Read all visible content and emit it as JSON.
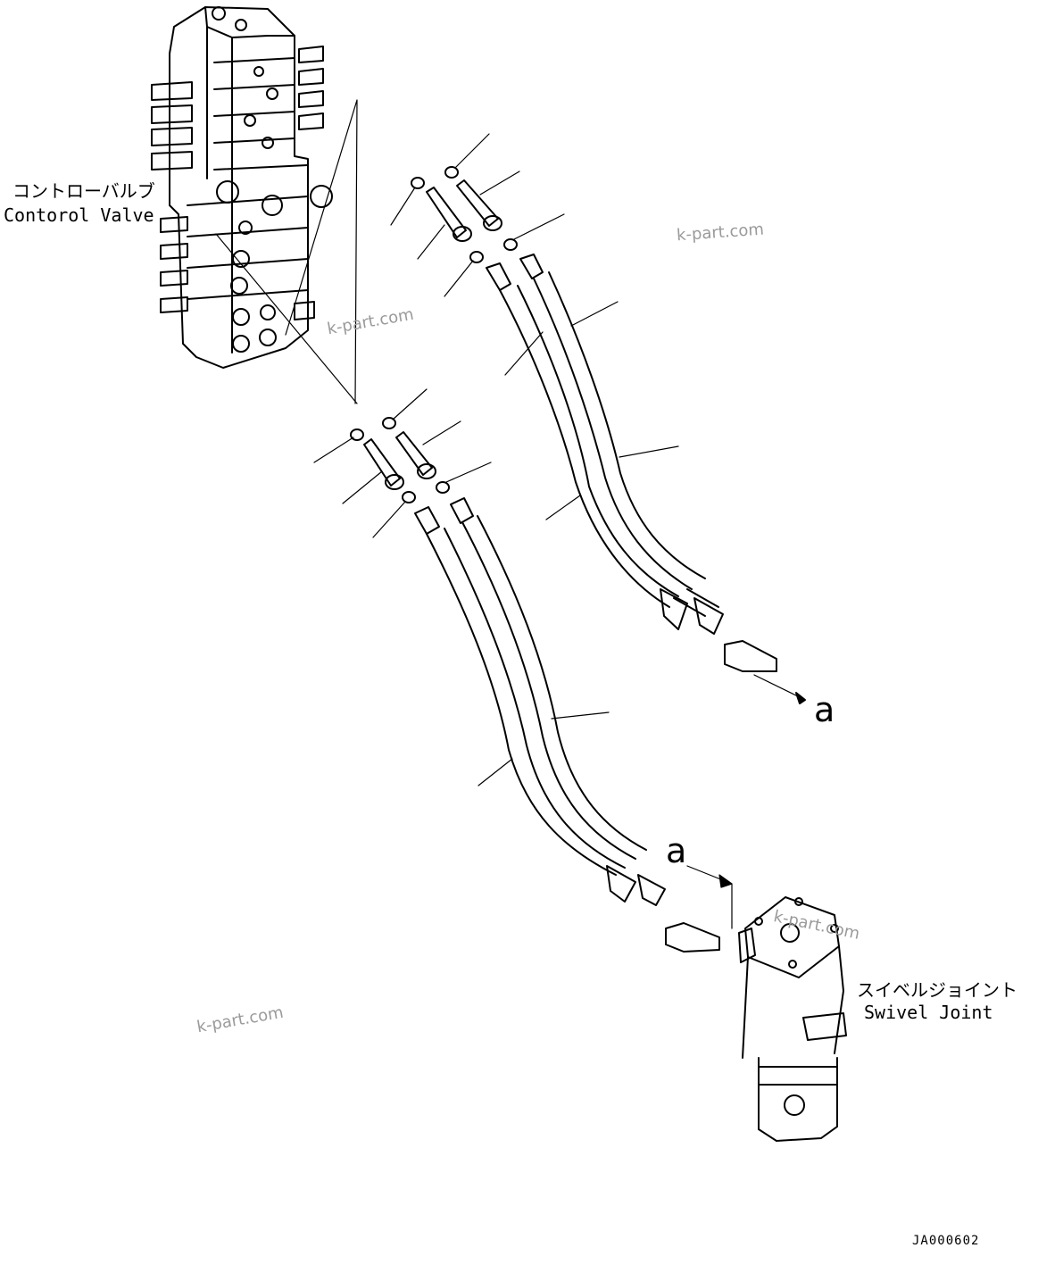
{
  "labels": {
    "control_valve_jp": "コントローバルブ",
    "control_valve_en": "Contorol Valve",
    "swivel_joint_jp": "スイベルジョイント",
    "swivel_joint_en": "Swivel Joint"
  },
  "references": {
    "ref_a_top": "a",
    "ref_a_bottom": "a"
  },
  "watermarks": [
    "k-part.com",
    "k-part.com",
    "k-part.com",
    "k-part.com"
  ],
  "drawing_code": "JA000602",
  "colors": {
    "line": "#000000",
    "watermark": "#9a9a9a",
    "background": "#ffffff"
  }
}
